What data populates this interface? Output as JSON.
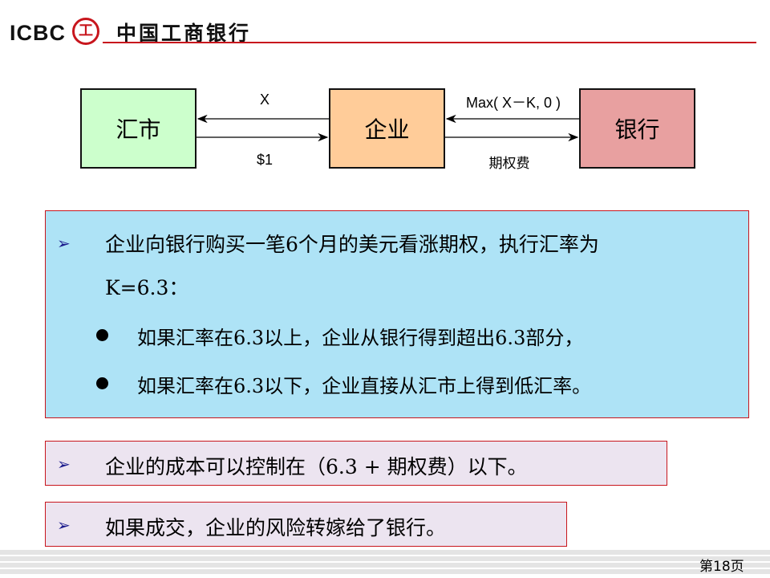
{
  "header": {
    "logo_en": "ICBC",
    "logo_mark": "工",
    "logo_cn": "中国工商银行"
  },
  "diagram": {
    "left_box": "汇市",
    "center_box": "企业",
    "right_box": "银行",
    "top_left_label": "X",
    "bottom_left_label": "$1",
    "top_right_label": "Max( X－K, 0 )",
    "bottom_right_label": "期权费",
    "colors": {
      "left": "#ccffcc",
      "center": "#ffcc99",
      "right": "#e8a0a0"
    }
  },
  "panel1": {
    "bullet": "➢",
    "main_text": "企业向银行购买一笔6个月的美元看涨期权，执行汇率为",
    "main_text_cont": "K=6.3：",
    "sub_items": [
      "如果汇率在6.3以上，企业从银行得到超出6.3部分，",
      "如果汇率在6.3以下，企业直接从汇市上得到低汇率。"
    ]
  },
  "panel2": {
    "bullet": "➢",
    "text": "企业的成本可以控制在（6.3 + 期权费）以下。"
  },
  "panel3": {
    "bullet": "➢",
    "text": "如果成交，企业的风险转嫁给了银行。"
  },
  "footer": {
    "page": "第18页"
  }
}
